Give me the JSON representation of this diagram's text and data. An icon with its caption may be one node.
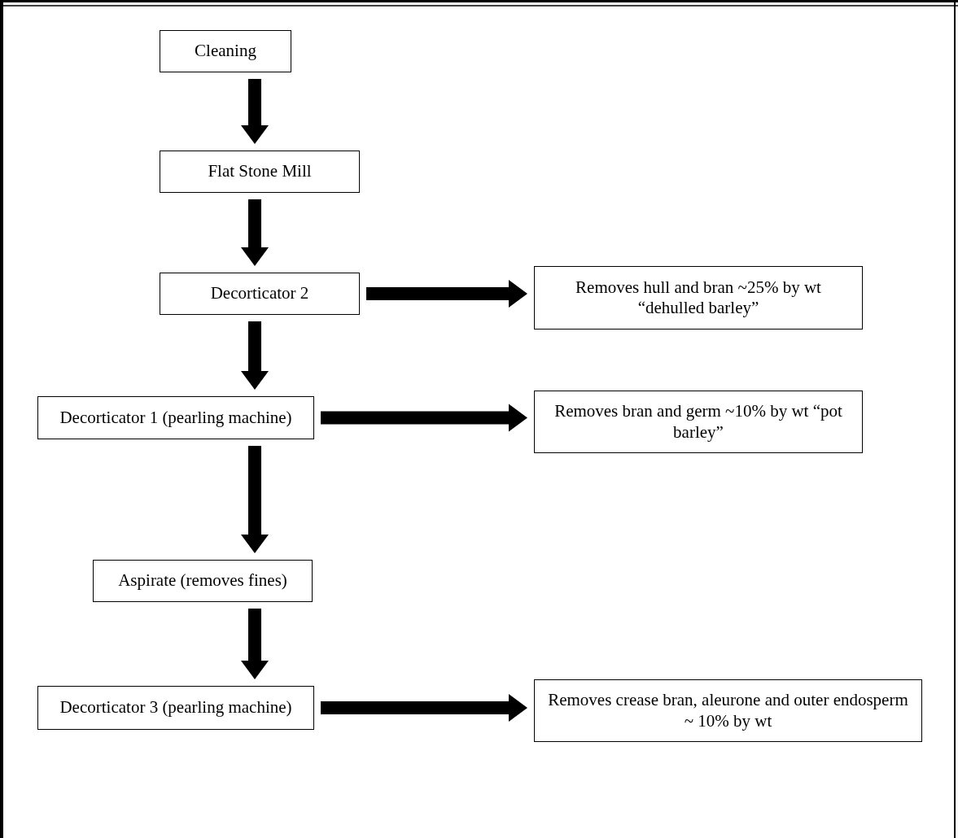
{
  "diagram": {
    "nodes": [
      {
        "text": [
          "Cleaning"
        ]
      },
      {
        "text": [
          "Flat Stone Mill"
        ]
      },
      {
        "text": [
          "Decorticator 2"
        ]
      },
      {
        "text": [
          "Removes hull and bran ~25% by wt “dehulled barley”"
        ]
      },
      {
        "text": [
          "Decorticator 1 (pearling machine)"
        ]
      },
      {
        "text": [
          "Removes bran and germ ~10% by wt “pot barley”"
        ]
      },
      {
        "text": [
          "Aspirate (removes fines)"
        ]
      },
      {
        "text": [
          "Decorticator 3 (pearling machine)"
        ]
      },
      {
        "text": [
          "Removes crease bran, aleurone and outer endosperm ~ 10% by wt"
        ]
      }
    ],
    "edges": [
      {
        "from": 0,
        "to": 1,
        "arrow": "to"
      },
      {
        "from": 1,
        "to": 2,
        "arrow": "to"
      },
      {
        "from": 2,
        "to": 3,
        "arrow": "to"
      },
      {
        "from": 2,
        "to": 4,
        "arrow": "to"
      },
      {
        "from": 4,
        "to": 5,
        "arrow": "to"
      },
      {
        "from": 4,
        "to": 6,
        "arrow": "to"
      },
      {
        "from": 6,
        "to": 7,
        "arrow": "to"
      },
      {
        "from": 7,
        "to": 8,
        "arrow": "to"
      }
    ]
  }
}
